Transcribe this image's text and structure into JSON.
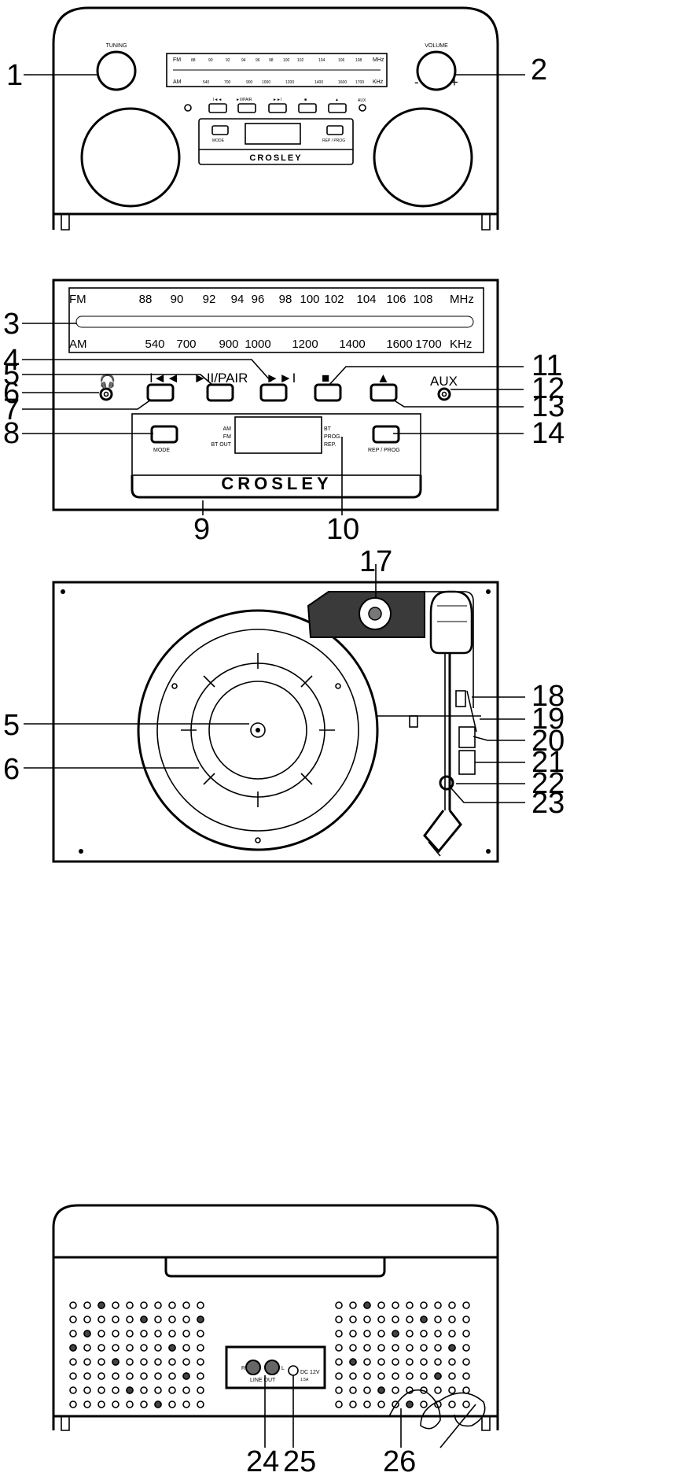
{
  "brand": "CROSLEY",
  "front": {
    "tuning_label": "TUNING",
    "volume_label": "VOLUME",
    "minus": "-",
    "plus": "+",
    "aux": "AUX",
    "buttons": [
      "I◄◄",
      "►II/PAIR",
      "►►I",
      "■",
      "▲"
    ],
    "mode": "MODE",
    "rep_prog": "REP / PROG",
    "fm": "FM",
    "mhz": "MHz",
    "am": "AM",
    "khz": "KHz",
    "fm_ticks": [
      "88",
      "90",
      "92",
      "94",
      "96",
      "98",
      "100",
      "102",
      "104",
      "106",
      "108"
    ],
    "am_ticks": [
      "540",
      "700",
      "900",
      "1000",
      "1200",
      "1400",
      "1600",
      "1700"
    ]
  },
  "panel": {
    "fm": "FM",
    "mhz": "MHz",
    "am": "AM",
    "khz": "KHz",
    "fm_ticks": [
      "88",
      "90",
      "92",
      "94",
      "96",
      "98",
      "100",
      "102",
      "104",
      "106",
      "108"
    ],
    "am_ticks": [
      "540",
      "700",
      "900",
      "1000",
      "1200",
      "1400",
      "1600",
      "1700"
    ],
    "headphone_symbol": "🎧",
    "aux": "AUX",
    "prev": "I◄◄",
    "play_pair": "►II/PAIR",
    "next": "►►I",
    "stop": "■",
    "eject": "▲",
    "mode": "MODE",
    "rep_prog": "REP / PROG",
    "disp_left": [
      "AM",
      "FM",
      "BT OUT"
    ],
    "disp_right": [
      "BT",
      "PROG.",
      "REP."
    ]
  },
  "rear": {
    "r": "R",
    "l": "L",
    "line_out": "LINE OUT",
    "dc": "DC 12V",
    "dc_sub": "1.5A"
  },
  "callouts": {
    "c1": "1",
    "c2": "2",
    "c3": "3",
    "c4": "4",
    "c5": "5",
    "c6": "6",
    "c7": "7",
    "c8": "8",
    "c9": "9",
    "c10": "10",
    "c11": "11",
    "c12": "12",
    "c13": "13",
    "c14": "14",
    "t5": "5",
    "t6": "6",
    "c17": "17",
    "c18": "18",
    "c19": "19",
    "c20": "20",
    "c21": "21",
    "c22": "22",
    "c23": "23",
    "c24": "24",
    "c25": "25",
    "c26": "26"
  }
}
